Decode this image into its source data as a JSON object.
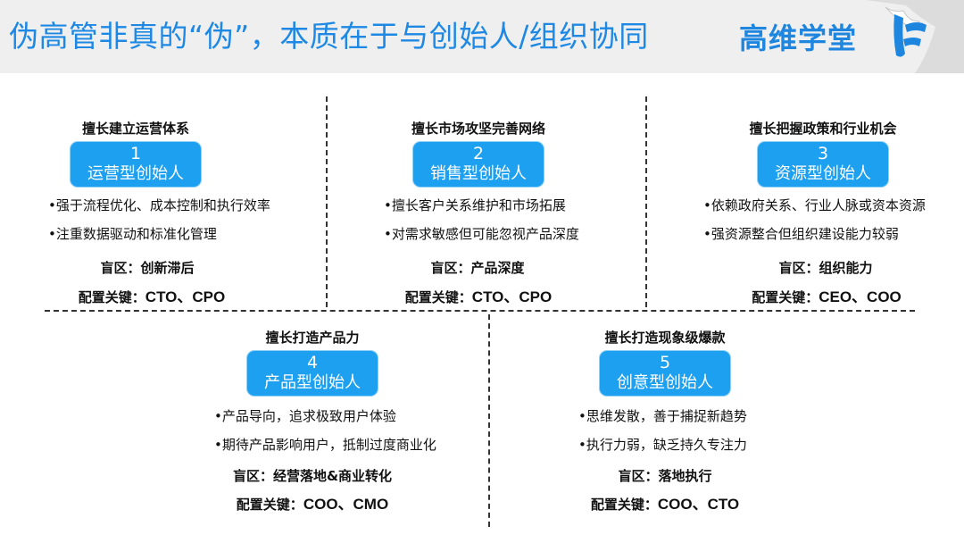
{
  "header": {
    "title": "伪高管非真的“伪”，本质在于与创始人/组织协同",
    "logo_text": "高维学堂",
    "accent": "#1e88e5"
  },
  "cards": [
    {
      "head": "擅长建立运营体系",
      "num": "1",
      "name": "运营型创始人",
      "bullets": [
        "•强于流程优化、成本控制和执行效率",
        "•注重数据驱动和标准化管理"
      ],
      "blind": "盲区：创新滞后",
      "key_label": "配置关键：",
      "key_value": "CTO、CPO"
    },
    {
      "head": "擅长市场攻坚完善网络",
      "num": "2",
      "name": "销售型创始人",
      "bullets": [
        "•擅长客户关系维护和市场拓展",
        "•对需求敏感但可能忽视产品深度"
      ],
      "blind": "盲区：产品深度",
      "key_label": "配置关键：",
      "key_value": "CTO、CPO"
    },
    {
      "head": "擅长把握政策和行业机会",
      "num": "3",
      "name": "资源型创始人",
      "bullets": [
        "•依赖政府关系、行业人脉或资本资源",
        "•强资源整合但组织建设能力较弱"
      ],
      "blind": "盲区：组织能力",
      "key_label": "配置关键：",
      "key_value": "CEO、COO"
    },
    {
      "head": "擅长打造产品力",
      "num": "4",
      "name": "产品型创始人",
      "bullets": [
        "•产品导向，追求极致用户体验",
        "•期待产品影响用户，抵制过度商业化"
      ],
      "blind": "盲区：经营落地&商业转化",
      "key_label": "配置关键：",
      "key_value": "COO、CMO"
    },
    {
      "head": "擅长打造现象级爆款",
      "num": "5",
      "name": "创意型创始人",
      "bullets": [
        "•思维发散，善于捕捉新趋势",
        "•执行力弱，缺乏持久专注力"
      ],
      "blind": "盲区：落地执行",
      "key_label": "配置关键：",
      "key_value": "COO、CTO"
    }
  ]
}
